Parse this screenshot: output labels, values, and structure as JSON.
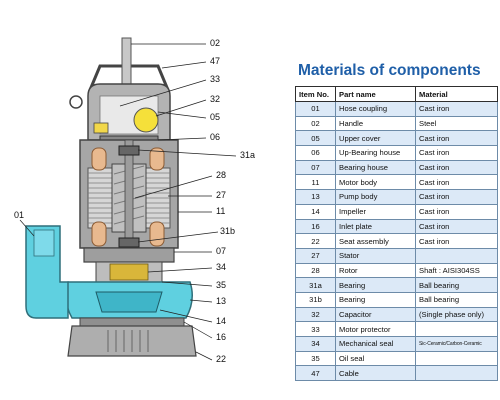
{
  "title": "Materials of components",
  "table": {
    "headers": [
      "Item No.",
      "Part name",
      "Material"
    ],
    "rows": [
      {
        "no": "01",
        "part": "Hose coupling",
        "material": "Cast iron"
      },
      {
        "no": "02",
        "part": "Handle",
        "material": "Steel"
      },
      {
        "no": "05",
        "part": "Upper cover",
        "material": "Cast iron"
      },
      {
        "no": "06",
        "part": "Up-Bearing house",
        "material": "Cast iron"
      },
      {
        "no": "07",
        "part": "Bearing house",
        "material": "Cast iron"
      },
      {
        "no": "11",
        "part": "Motor body",
        "material": "Cast iron"
      },
      {
        "no": "13",
        "part": "Pump body",
        "material": "Cast iron"
      },
      {
        "no": "14",
        "part": "Impeller",
        "material": "Cast iron"
      },
      {
        "no": "16",
        "part": "Inlet plate",
        "material": "Cast iron"
      },
      {
        "no": "22",
        "part": "Seat assembly",
        "material": "Cast iron"
      },
      {
        "no": "27",
        "part": "Stator",
        "material": ""
      },
      {
        "no": "28",
        "part": "Rotor",
        "material": "Shaft : AISI304SS"
      },
      {
        "no": "31a",
        "part": "Bearing",
        "material": "Ball bearing"
      },
      {
        "no": "31b",
        "part": "Bearing",
        "material": "Ball bearing"
      },
      {
        "no": "32",
        "part": "Capacitor",
        "material": "(Single phase only)"
      },
      {
        "no": "33",
        "part": "Motor protector",
        "material": ""
      },
      {
        "no": "34",
        "part": "Mechanical seal",
        "material": "Sic-Ceramic/Carbon-Ceramic"
      },
      {
        "no": "35",
        "part": "Oil seal",
        "material": ""
      },
      {
        "no": "47",
        "part": "Cable",
        "material": ""
      }
    ]
  },
  "callouts": {
    "c02": "02",
    "c47": "47",
    "c33": "33",
    "c32": "32",
    "c05": "05",
    "c06": "06",
    "c31a": "31a",
    "c28": "28",
    "c27": "27",
    "c11": "11",
    "c31b": "31b",
    "c07": "07",
    "c34": "34",
    "c35": "35",
    "c13": "13",
    "c14": "14",
    "c16": "16",
    "c22": "22",
    "c01": "01"
  },
  "colors": {
    "title": "#1f5fa8",
    "row_tint": "#dce9f7",
    "water": "#5fd0e0",
    "casing": "#9a9a9a",
    "winding": "#e8b98f",
    "capacitor": "#f5e03a"
  }
}
